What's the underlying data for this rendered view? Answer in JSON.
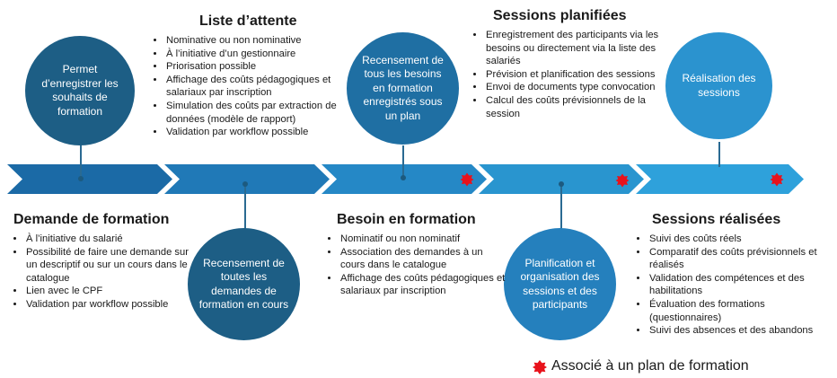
{
  "colors": {
    "arrow_band": [
      "#1b6aa6",
      "#2079b7",
      "#2588c6",
      "#2995cf",
      "#2ea1db"
    ],
    "circle_dark": "#1d5e85",
    "circle_mid": "#1f6fa3",
    "circle_light": "#2b93cf",
    "marker": "#e8121b"
  },
  "circles": {
    "c1": "Permet d’enregistrer les souhaits de formation",
    "c2": "Recensement de toutes les demandes de formation en cours",
    "c3": "Recensement de tous les besoins en formation enregistrés sous un plan",
    "c4": "Planification et organisation des sessions et des participants",
    "c5": "Réalisation des sessions"
  },
  "sections": {
    "demande": {
      "title": "Demande de formation",
      "items": [
        "À l’initiative du salarié",
        "Possibilité de faire une demande sur un descriptif ou sur un cours dans le catalogue",
        "Lien avec le CPF",
        "Validation par workflow possible"
      ]
    },
    "attente": {
      "title": "Liste d’attente",
      "items": [
        "Nominative ou non nominative",
        "À l’initiative d’un gestionnaire",
        "Priorisation possible",
        "Affichage des coûts pédagogiques et salariaux par inscription",
        "Simulation des coûts par extraction de données (modèle de rapport)",
        "Validation par workflow possible"
      ]
    },
    "besoin": {
      "title": "Besoin en formation",
      "items": [
        "Nominatif ou non nominatif",
        "Association des demandes à un cours dans le catalogue",
        "Affichage des coûts pédagogiques et salariaux par inscription"
      ]
    },
    "planifiees": {
      "title": "Sessions planifiées",
      "items": [
        "Enregistrement des participants via les besoins ou directement via la liste des salariés",
        "Prévision et planification des sessions",
        "Envoi de documents type convocation",
        "Calcul des coûts prévisionnels de la session"
      ]
    },
    "realisees": {
      "title": "Sessions réalisées",
      "items": [
        "Suivi des coûts réels",
        "Comparatif des coûts prévisionnels et réalisés",
        "Validation des compétences et des habilitations",
        "Évaluation des formations (questionnaires)",
        "Suivi des absences et des abandons"
      ]
    }
  },
  "legend": {
    "label": "Associé à un plan de formation"
  }
}
